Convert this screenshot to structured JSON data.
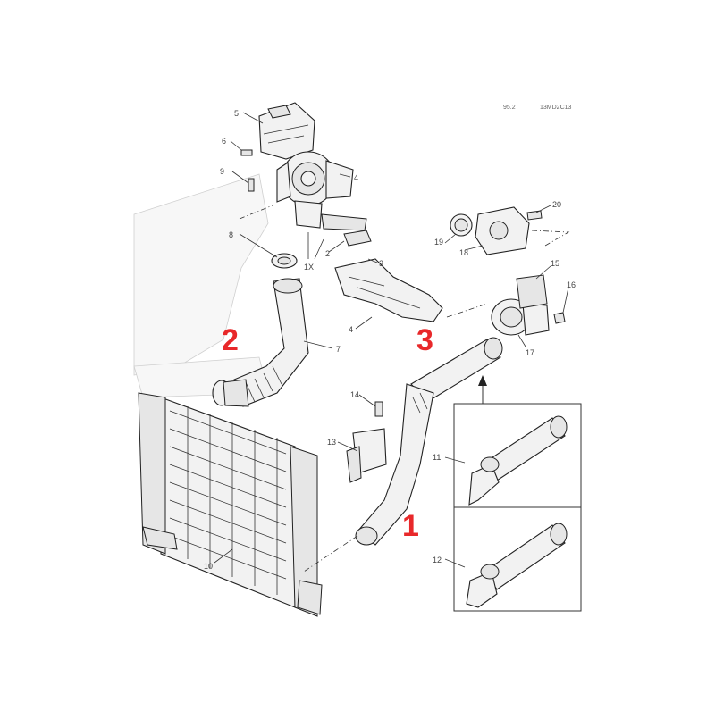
{
  "header": {
    "code": "95.2",
    "ref": "13MD2C13"
  },
  "callouts": {
    "c1": "1",
    "c2": "2",
    "c3": "3",
    "c4a": "4",
    "c4b": "4",
    "c5": "5",
    "c6": "6",
    "c7": "7",
    "c8": "8",
    "c9": "9",
    "c10": "10",
    "c11": "11",
    "c12": "12",
    "c13": "13",
    "c14": "14",
    "c15": "15",
    "c16": "16",
    "c17": "17",
    "c18": "18",
    "c19": "19",
    "c20": "20",
    "c1x": "1X",
    "c2b": "2",
    "c3b": "3"
  },
  "highlights": {
    "h1": "1",
    "h2": "2",
    "h3": "3"
  },
  "colors": {
    "accent": "#e8282a",
    "line": "#222222"
  }
}
